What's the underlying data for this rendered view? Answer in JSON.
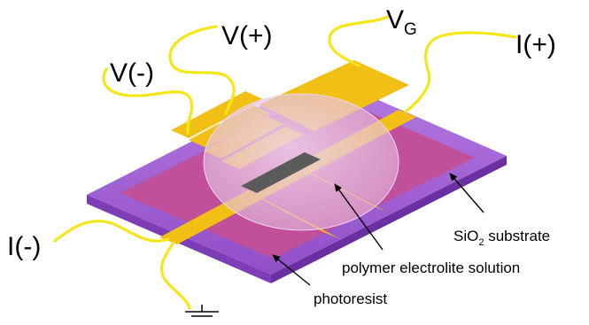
{
  "labels": {
    "v_plus": "V(+)",
    "v_minus": "V(-)",
    "v_gate_main": "V",
    "v_gate_sub": "G",
    "i_plus": "I(+)",
    "i_minus": "I(-)",
    "sio2_main": "SiO",
    "sio2_sub": "2",
    "sio2_rest": " substrate",
    "electrolyte": "polymer electrolite solution",
    "photoresist": "photoresist"
  },
  "colors": {
    "substrate": "#a15fd6",
    "photoresist_layer": "#c24f9a",
    "electrode": "#f2c014",
    "wire": "#f5e61a",
    "droplet": "#e7c4e3",
    "channel": "#5b5b5b",
    "arrow": "#000000"
  },
  "icons": {
    "ground": "ground-symbol-icon"
  }
}
